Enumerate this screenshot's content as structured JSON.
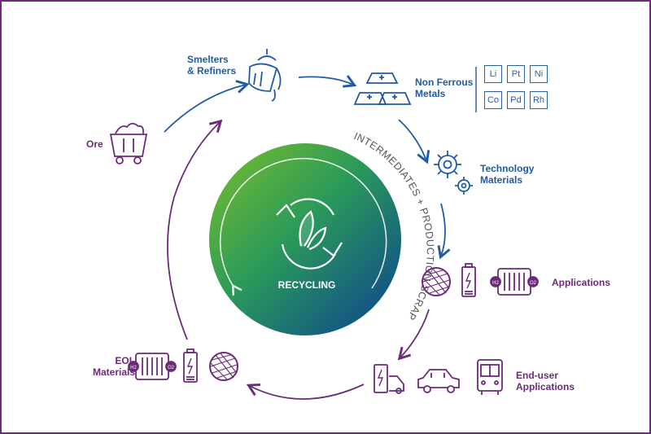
{
  "nodes": {
    "smelters": "Smelters\n& Refiners",
    "non_ferrous": "Non Ferrous\nMetals",
    "technology": "Technology\nMaterials",
    "applications": "Applications",
    "end_user": "End-user\nApplications",
    "eol": "EOL\nMaterials",
    "ore": "Ore"
  },
  "elements": [
    "Li",
    "Pt",
    "Ni",
    "Co",
    "Pd",
    "Rh"
  ],
  "center": {
    "label": "RECYCLING",
    "arc_text": "INTERMEDIATES + PRODUCTION SCRAP"
  },
  "fuel_cell": {
    "left": "H2",
    "right": "O2"
  },
  "colors": {
    "blue": "#1f5aa6",
    "purple": "#6b2a7a",
    "gradient_green": "#5aac2d",
    "gradient_blue": "#0c4f9a",
    "frame": "#6b2a7a"
  }
}
